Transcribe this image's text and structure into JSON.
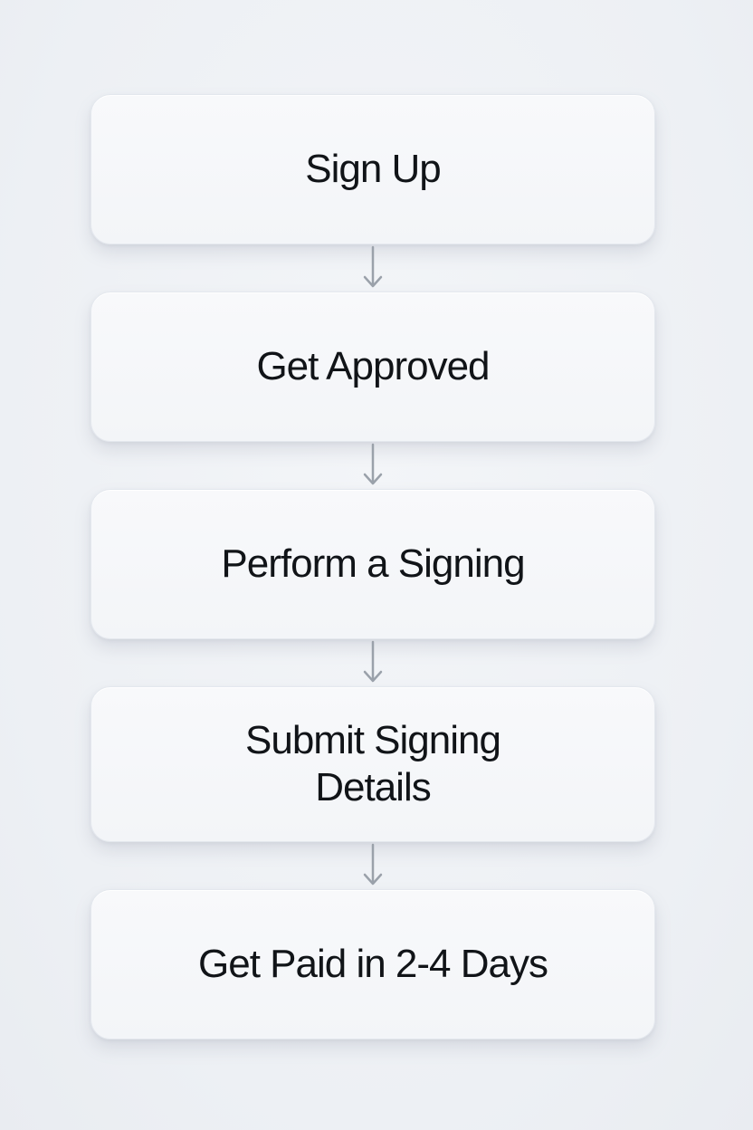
{
  "flowchart": {
    "steps": [
      {
        "label": "Sign Up"
      },
      {
        "label": "Get Approved"
      },
      {
        "label": "Perform a Signing"
      },
      {
        "label": "Submit Signing\nDetails"
      },
      {
        "label": "Get Paid in 2-4 Days"
      }
    ],
    "colors": {
      "background": "#eef1f5",
      "card": "#f5f7fa",
      "text": "#111418",
      "arrow": "#9aa1aa"
    },
    "connector_icon": "arrow-down-icon"
  }
}
